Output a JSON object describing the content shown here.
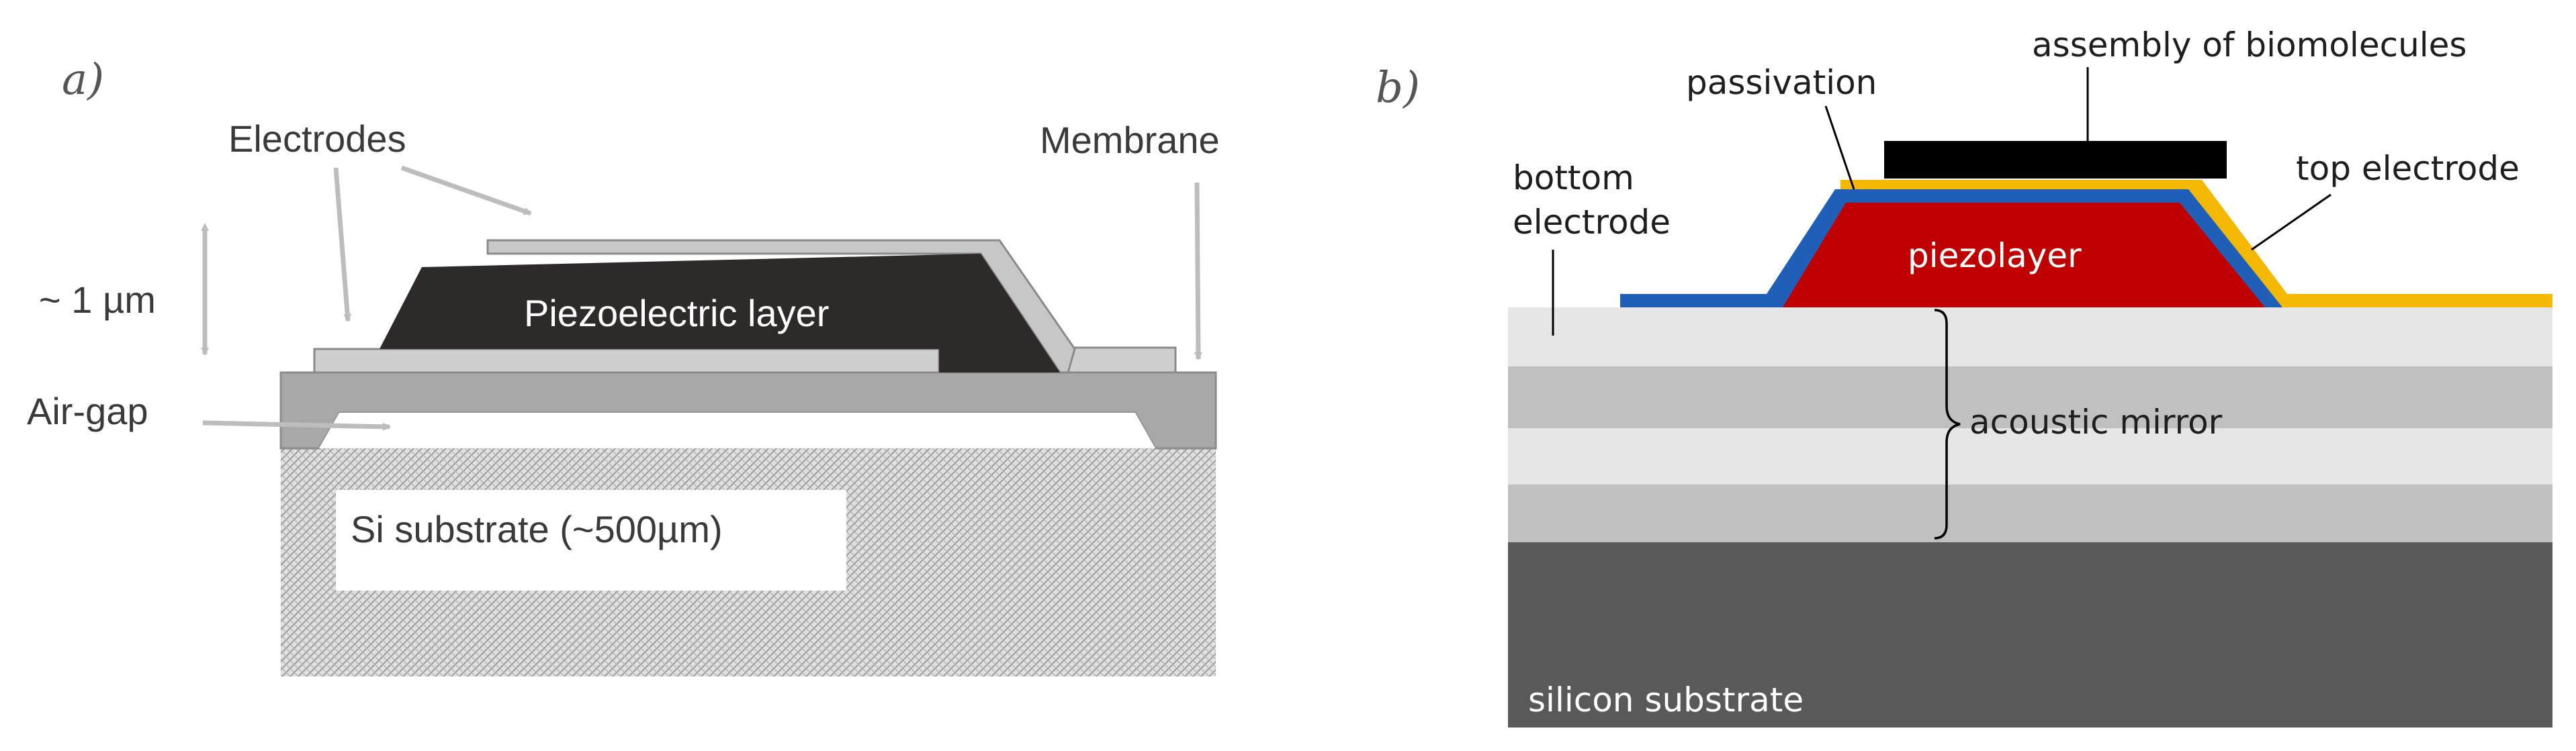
{
  "panel_a": {
    "panel_label": "a)",
    "labels": {
      "electrodes": "Electrodes",
      "membrane": "Membrane",
      "thickness": "~ 1 µm",
      "piezo_layer": "Piezoelectric layer",
      "air_gap": "Air-gap",
      "substrate": "Si substrate (~500µm)"
    }
  },
  "panel_b": {
    "panel_label": "b)",
    "labels": {
      "assembly": "assembly of biomolecules",
      "passivation": "passivation",
      "bottom_electrode_line1": "bottom",
      "bottom_electrode_line2": "electrode",
      "top_electrode": "top electrode",
      "piezolayer": "piezolayer",
      "acoustic_mirror": "acoustic mirror",
      "silicon_substrate": "silicon substrate"
    },
    "colors": {
      "piezolayer": "#c00000",
      "passivation": "#1f5fb8",
      "top_electrode": "#f5b800",
      "biomolecules": "#000000",
      "substrate": "#595959",
      "mirror_light": "#e6e6e6",
      "mirror_dark": "#c0c0c0"
    }
  }
}
